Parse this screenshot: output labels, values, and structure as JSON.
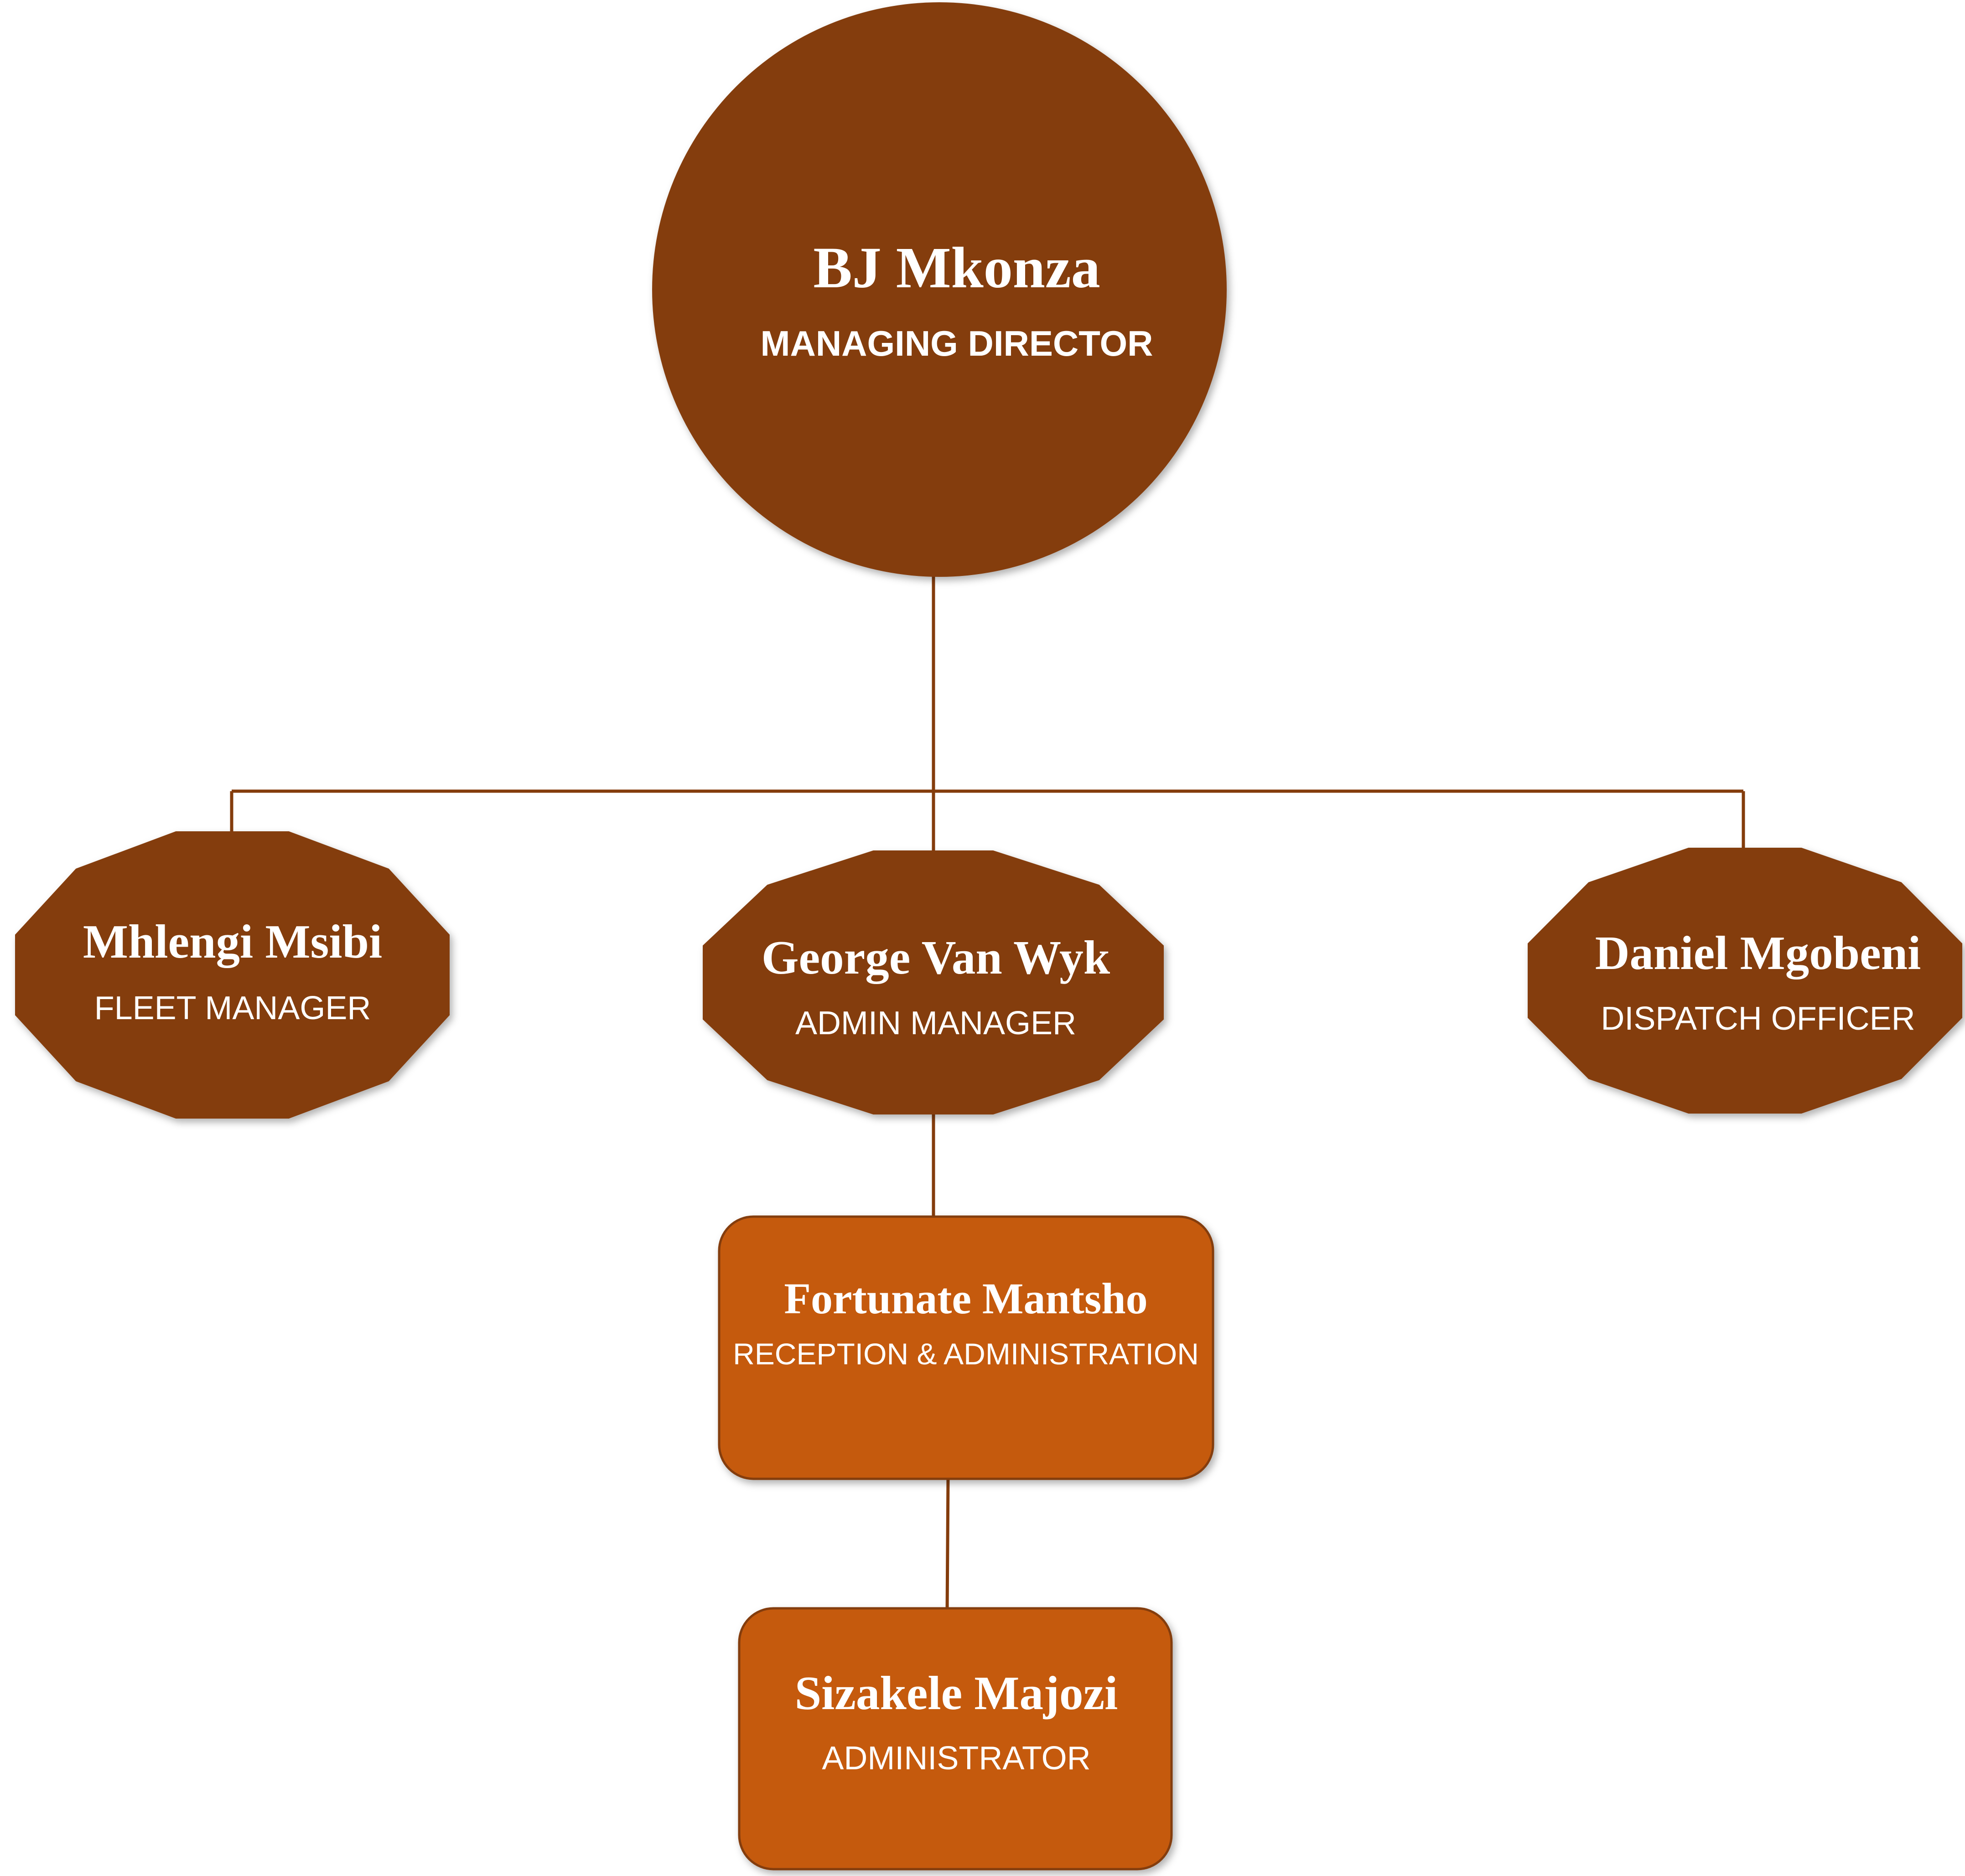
{
  "colors": {
    "primary": "#843C0C",
    "secondary": "#C55A11",
    "text": "#FFFFFF",
    "connector": "#843C0C"
  },
  "chart": {
    "root": {
      "name": "BJ Mkonza",
      "title": "MANAGING DIRECTOR"
    },
    "level2": [
      {
        "name": "Mhlengi Msibi",
        "title": "FLEET MANAGER"
      },
      {
        "name": "George Van Wyk",
        "title": "ADMIN MANAGER"
      },
      {
        "name": "Daniel Mgobeni",
        "title": "DISPATCH OFFICER"
      }
    ],
    "level3": {
      "name": "Fortunate Mantsho",
      "title": "RECEPTION & ADMINISTRATION"
    },
    "level4": {
      "name": "Sizakele Majozi",
      "title": "ADMINISTRATOR"
    }
  }
}
